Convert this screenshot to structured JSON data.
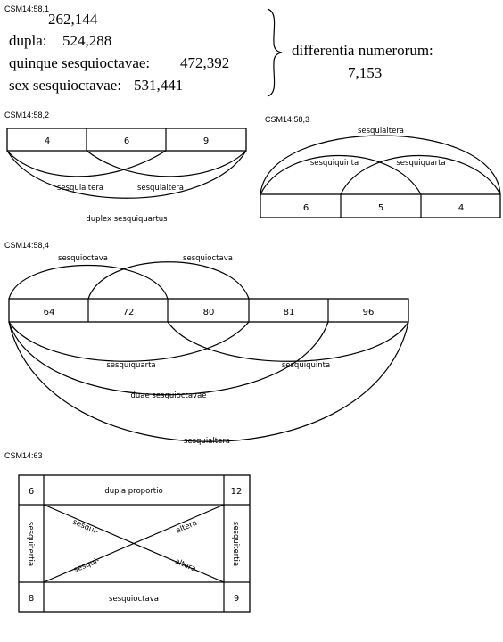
{
  "fig1": {
    "caption": "CSM14:58,1",
    "line1_value": "262,144",
    "line2_label": "dupla:",
    "line2_value": "524,288",
    "line3_label": "quinque sesquioctavae:",
    "line3_value": "472,392",
    "line4_label": "sex sesquioctavae:",
    "line4_value": "531,441",
    "diff_label": "differentia numerorum:",
    "diff_value": "7,153"
  },
  "fig2": {
    "caption": "CSM14:58,2",
    "cells": [
      "4",
      "6",
      "9"
    ],
    "arc_left": "sesquialtera",
    "arc_right": "sesquialtera",
    "arc_outer": "duplex sesquiquartus"
  },
  "fig3": {
    "caption": "CSM14:58,3",
    "cells": [
      "6",
      "5",
      "4"
    ],
    "arc_outer": "sesquialtera",
    "arc_left": "sesquiquinta",
    "arc_right": "sesquiquarta"
  },
  "fig4": {
    "caption": "CSM14:58,4",
    "cells": [
      "64",
      "72",
      "80",
      "81",
      "96"
    ],
    "top_left": "sesquioctava",
    "top_right": "sesquioctava",
    "below_1": "sesquiquarta",
    "below_2": "sesquiquinta",
    "below_3": "duae sesquioctavae",
    "below_4": "sesquialtera"
  },
  "fig5": {
    "caption": "CSM14:63",
    "tl": "6",
    "tr": "12",
    "bl": "8",
    "br": "9",
    "top_label": "dupla proportio",
    "bottom_label": "sesquioctava",
    "left_label": "sesquitertia",
    "right_label": "sesquitertia",
    "x_tl": "sesqui-",
    "x_tr": "altera",
    "x_bl": "sesqui-",
    "x_br": "altera"
  }
}
